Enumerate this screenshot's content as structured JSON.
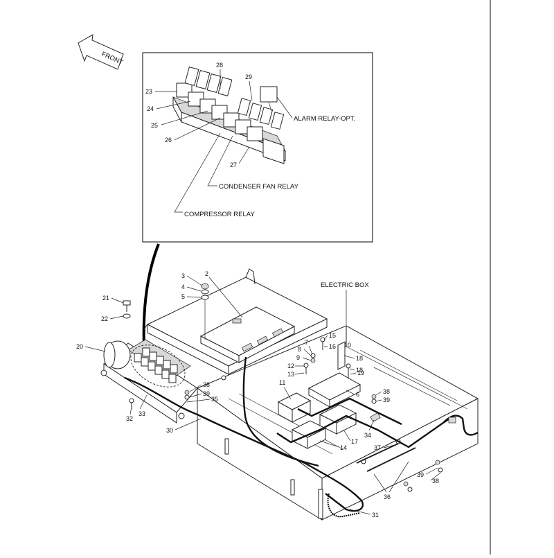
{
  "front_label": "FRONT",
  "inset": {
    "callouts": [
      "28",
      "29",
      "23",
      "24",
      "25",
      "26",
      "27"
    ],
    "alarm_relay": "ALARM RELAY-OPT.",
    "condenser_fan_relay": "CONDENSER FAN RELAY",
    "compressor_relay": "COMPRESSOR RELAY"
  },
  "electric_box_label": "ELECTRIC BOX",
  "callouts": {
    "c2": "2",
    "c3": "3",
    "c4": "4",
    "c5": "5",
    "c21": "21",
    "c22": "22",
    "c20": "20",
    "c38a": "38",
    "c39a": "39",
    "c35": "35",
    "c32": "32",
    "c33": "33",
    "c30": "30",
    "c7": "7",
    "c15": "15",
    "c8": "8",
    "c16": "16",
    "c10": "10",
    "c9": "9",
    "c18a": "18",
    "c12": "12",
    "c18b": "18",
    "c13": "13",
    "c19": "19",
    "c11": "11",
    "c6": "6",
    "c38b": "38",
    "c39b": "39",
    "c34": "34",
    "c14": "14",
    "c17": "17",
    "c37": "37",
    "c39c": "39",
    "c38c": "38",
    "c36": "36",
    "c31": "31"
  }
}
